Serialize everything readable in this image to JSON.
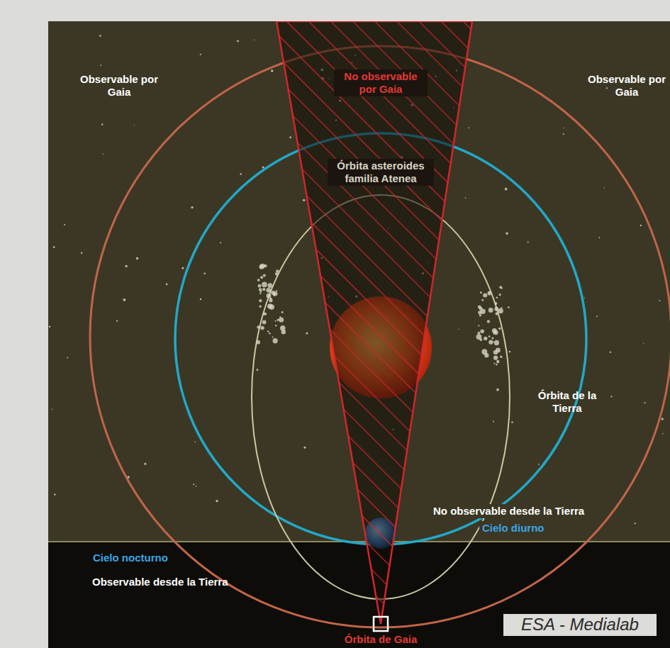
{
  "diagram": {
    "labels": [
      "Observable por Gaia",
      "No observable por Gaia",
      "Observable por Gaia",
      "Órbita asteroides familia Atenea",
      "Órbita de la Tierra",
      "No observable desde la Tierra",
      "Cielo diurno",
      "Cielo nocturno",
      "Observable desde la Tierra",
      "Órbita de Gaia",
      "ESA - Medialab"
    ]
  }
}
